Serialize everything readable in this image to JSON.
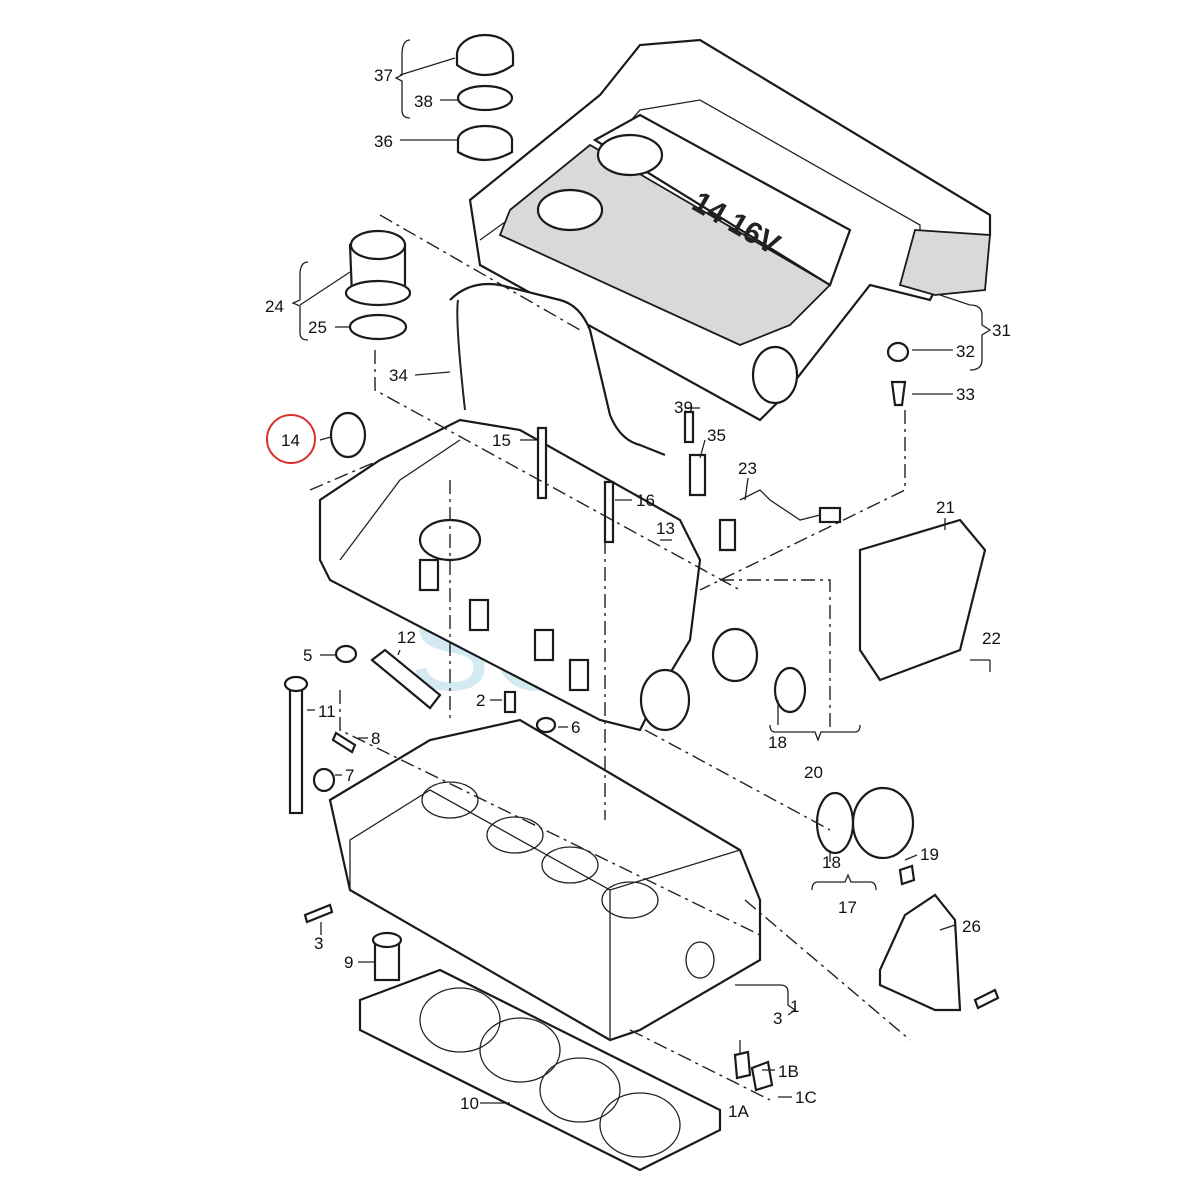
{
  "engine_badge": "14 16V",
  "watermark": "SGL",
  "highlight_label": "14",
  "labels": {
    "l1": "1",
    "l1a": "1A",
    "l1b": "1B",
    "l1c": "1C",
    "l2": "2",
    "l3a": "3",
    "l3b": "3",
    "l5": "5",
    "l6": "6",
    "l7": "7",
    "l8": "8",
    "l9": "9",
    "l10": "10",
    "l11": "11",
    "l12": "12",
    "l13": "13",
    "l15": "15",
    "l16": "16",
    "l17": "17",
    "l18a": "18",
    "l18b": "18",
    "l19": "19",
    "l20": "20",
    "l21": "21",
    "l22": "22",
    "l23": "23",
    "l24": "24",
    "l25": "25",
    "l26": "26",
    "l31": "31",
    "l32": "32",
    "l33": "33",
    "l34": "34",
    "l35": "35",
    "l36": "36",
    "l37": "37",
    "l38": "38",
    "l39": "39"
  },
  "colors": {
    "highlight": "#d9302c",
    "watermark": "#9ed1e6"
  }
}
